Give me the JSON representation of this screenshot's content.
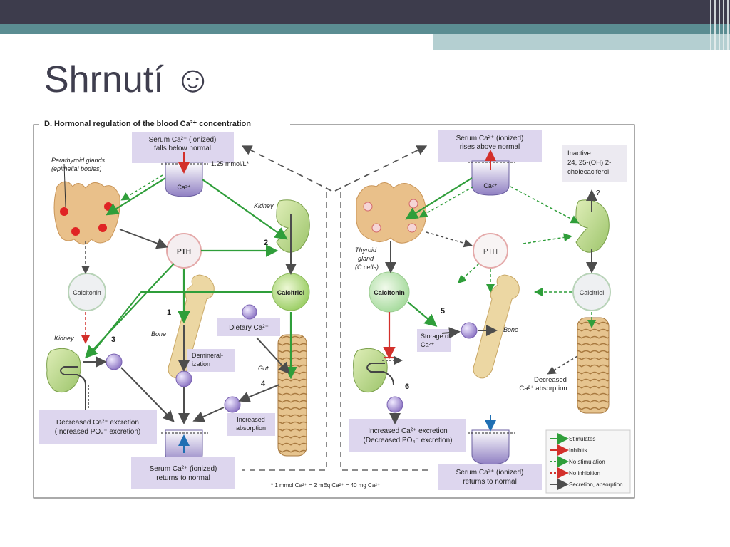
{
  "slide": {
    "title": "Shrnutí ☺"
  },
  "figure": {
    "heading": "D. Hormonal regulation of the blood Ca²⁺ concentration",
    "left": {
      "serum_falls": [
        "Serum Ca²⁺ (ionized)",
        "falls below normal"
      ],
      "threshold": "1.25 mmol/L*",
      "ca_label": "Ca²⁺",
      "parathyroid": [
        "Parathyroid glands",
        "(epithelial bodies)"
      ],
      "pth": "PTH",
      "kidney_label": "Kidney",
      "kidney_label2": "Kidney",
      "calcitonin": "Calcitonin",
      "calcitriol": "Calcitriol",
      "bone": "Bone",
      "dietary": "Dietary Ca²⁺",
      "gut": "Gut",
      "demineralization": [
        "Demineral-",
        "ization"
      ],
      "increased_absorption": [
        "Increased",
        "absorption"
      ],
      "decreased_excretion": [
        "Decreased Ca²⁺ excretion",
        "(Increased PO₄⁻ excretion)"
      ],
      "serum_returns": [
        "Serum Ca²⁺ (ionized)",
        "returns to normal"
      ],
      "num1": "1",
      "num2": "2",
      "num3": "3",
      "num4": "4"
    },
    "right": {
      "serum_rises": [
        "Serum Ca²⁺ (ionized)",
        "rises above normal"
      ],
      "ca_label": "Ca²⁺",
      "inactive": [
        "Inactive",
        "24, 25-(OH) 2-",
        "cholecaciferol"
      ],
      "question": "?",
      "thyroid": [
        "Thyroid",
        "gland",
        "(C cells)"
      ],
      "pth": "PTH",
      "calcitonin": "Calcitonin",
      "calcitriol": "Calcitriol",
      "bone": "Bone",
      "storage": [
        "Storage of",
        "Ca²⁺"
      ],
      "decreased_absorption": [
        "Decreased",
        "Ca²⁺ absorption"
      ],
      "increased_excretion": [
        "Increased Ca²⁺ excretion",
        "(Decreased PO₄⁻ excretion)"
      ],
      "serum_returns": [
        "Serum Ca²⁺ (ionized)",
        "returns to normal"
      ],
      "num5": "5",
      "num6": "6"
    },
    "footnote": "* 1 mmol Ca²⁺ = 2 mEq Ca²⁺ = 40 mg Ca²⁺",
    "legend": [
      {
        "label": "Stimulates",
        "color": "#2f9e3a",
        "style": "solid"
      },
      {
        "label": "Inhibits",
        "color": "#d3302b",
        "style": "solid"
      },
      {
        "label": "No stimulation",
        "color": "#2f9e3a",
        "style": "dashed"
      },
      {
        "label": "No inhibition",
        "color": "#d3302b",
        "style": "dashed"
      },
      {
        "label": "Secretion, absorption",
        "color": "#555555",
        "style": "solid"
      }
    ]
  }
}
